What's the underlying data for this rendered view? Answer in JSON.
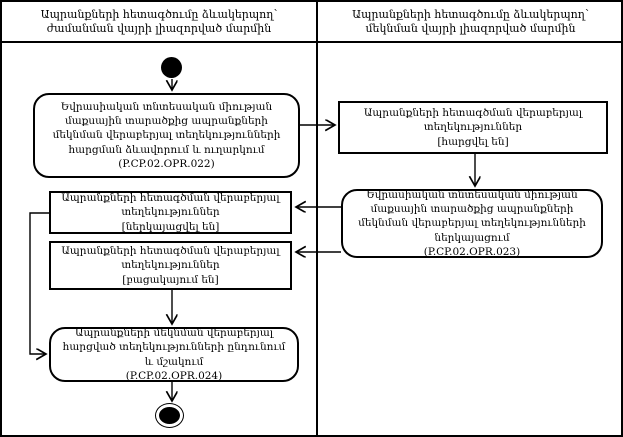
{
  "colors": {
    "line": "#000000",
    "background": "#ffffff"
  },
  "lanes": [
    {
      "title": "Ապրանքների հետագծումը ձևակերպող՝ ժամանման վայրի լիազորված մարմին"
    },
    {
      "title": "Ապրանքների հետագծումը ձևակերպող՝ մեկնման վայրի լիազորված մարմին"
    }
  ],
  "nodes": {
    "opr022": {
      "text": "Եվրասիական տնտեսական միության մաքսային տարածքից ապրանքների մեկնման վերաբերյալ տեղեկությունների հարցման ձևավորում և ուղարկում",
      "code": "(P.CP.02.OPR.022)"
    },
    "info_requested": {
      "text": "Ապրանքների հետագծման վերաբերյալ տեղեկություններ",
      "state": "[հարցվել են]"
    },
    "opr023": {
      "text": "Եվրասիական տնտեսական միության մաքսային տարածքից ապրանքների մեկնման վերաբերյալ տեղեկությունների ներկայացում",
      "code": "(P.CP.02.OPR.023)"
    },
    "info_submitted": {
      "text": "Ապրանքների հետագծման վերաբերյալ տեղեկություններ",
      "state": "[ներկայացվել են]"
    },
    "info_absent": {
      "text": "Ապրանքների հետագծման վերաբերյալ տեղեկություններ",
      "state": "[բացակայում են]"
    },
    "opr024": {
      "text": "Ապրանքների մեկնման վերաբերյալ հարցված տեղեկությունների ընդունում և մշակում",
      "code": "(P.CP.02.OPR.024)"
    }
  }
}
